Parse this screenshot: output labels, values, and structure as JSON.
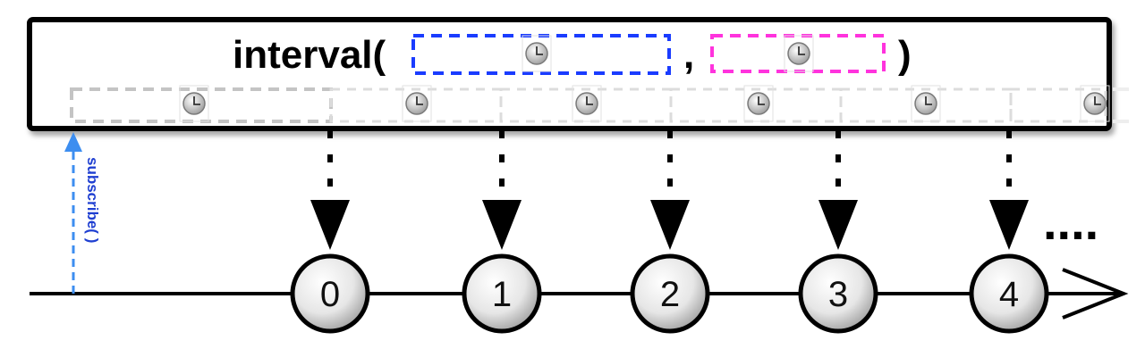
{
  "operator": {
    "name": "interval(",
    "separator": ",",
    "close": ")"
  },
  "subscribe_label": "subscribe( )",
  "emissions": [
    "0",
    "1",
    "2",
    "3",
    "4"
  ],
  "ellipsis": "....",
  "colors": {
    "initial_delay_box": "#1a3cff",
    "period_box": "#ff33dd",
    "subscribe_arrow": "#3d8ef0",
    "subscribe_text": "#1f3fd1",
    "timeline": "#000000",
    "period_boxes": "#c8c8c8"
  },
  "icons": [
    "clock-icon"
  ]
}
